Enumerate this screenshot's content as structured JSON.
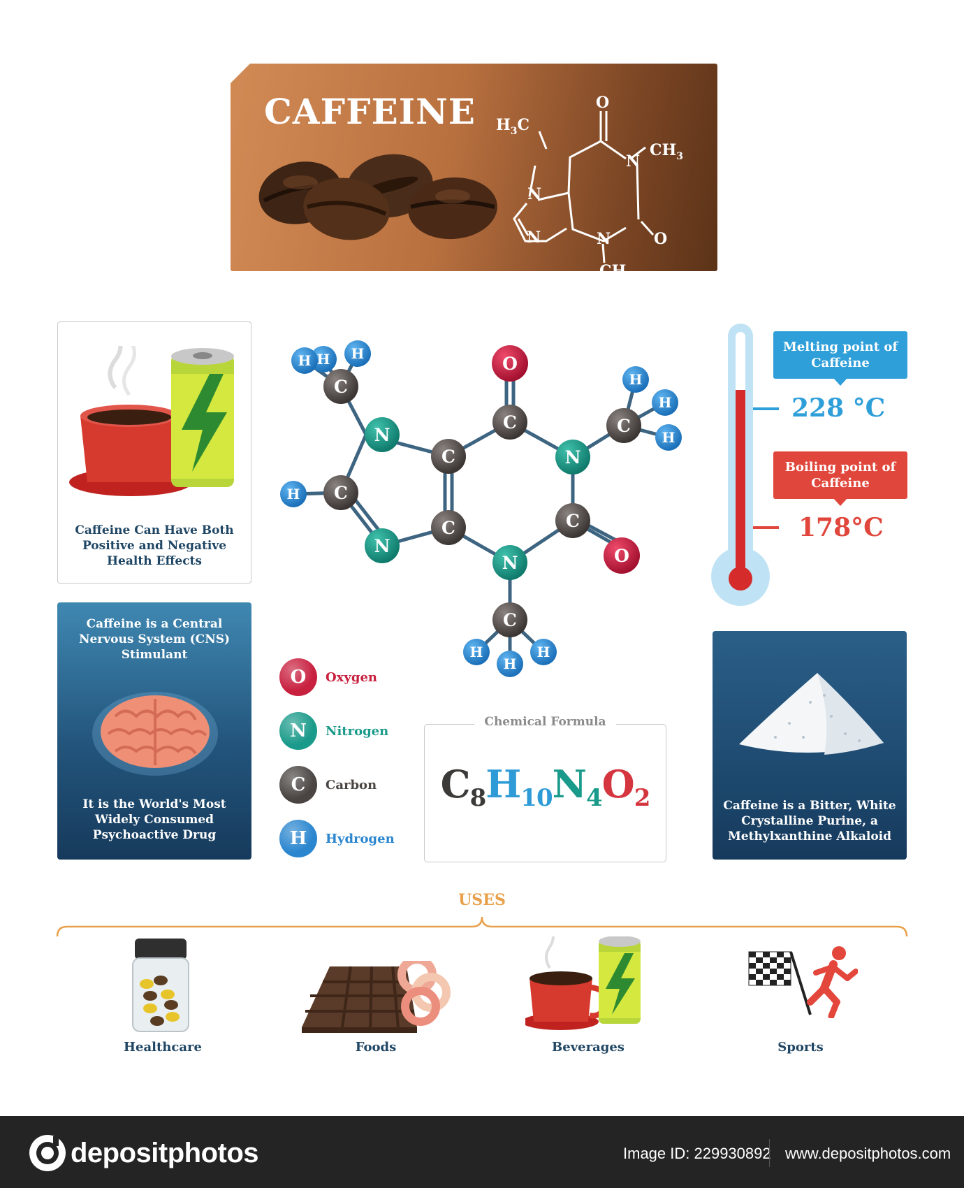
{
  "title": "CAFFEINE",
  "structural_formula": {
    "labels": {
      "h3c": "H",
      "h3c_sub": "3",
      "h3c_c": "C",
      "ch3": "CH",
      "ch3_sub": "3",
      "o": "O",
      "n": "N"
    }
  },
  "cards": {
    "health": {
      "line1": "Caffeine Can Have Both",
      "line2": "Positive and Negative",
      "line3": "Health Effects"
    },
    "cns": {
      "top1": "Caffeine is a Central",
      "top2": "Nervous System (CNS)",
      "top3": "Stimulant",
      "bottom1": "It is the World's Most",
      "bottom2": "Widely Consumed",
      "bottom3": "Psychoactive Drug"
    },
    "crystal": {
      "line1": "Caffeine is a Bitter, White",
      "line2": "Crystalline Purine, a",
      "line3": "Methylxanthine Alkaloid"
    }
  },
  "legend": [
    {
      "symbol": "O",
      "name": "Oxygen",
      "color": "#c8203f"
    },
    {
      "symbol": "N",
      "name": "Nitrogen",
      "color": "#1a9a8a"
    },
    {
      "symbol": "C",
      "name": "Carbon",
      "color": "#4a4542"
    },
    {
      "symbol": "H",
      "name": "Hydrogen",
      "color": "#2a86cf"
    }
  ],
  "formula": {
    "title": "Chemical Formula",
    "parts": [
      {
        "el": "C",
        "n": "8",
        "color": "#3c3a38"
      },
      {
        "el": "H",
        "n": "10",
        "color": "#2e9bd6"
      },
      {
        "el": "N",
        "n": "4",
        "color": "#1a9a8a"
      },
      {
        "el": "O",
        "n": "2",
        "color": "#d4353e"
      }
    ]
  },
  "temperature": {
    "melting_label_1": "Melting point of",
    "melting_label_2": "Caffeine",
    "melting_value": "228 °C",
    "boiling_label_1": "Boiling point of",
    "boiling_label_2": "Caffeine",
    "boiling_value": "178°C",
    "melt_color": "#2f9fd9",
    "boil_color": "#e0463b"
  },
  "uses": {
    "title": "USES",
    "items": [
      "Healthcare",
      "Foods",
      "Beverages",
      "Sports"
    ]
  },
  "footer": {
    "brand": "depositphotos",
    "image_id": "Image ID: 229930892",
    "url": "www.depositphotos.com"
  },
  "colors": {
    "oxygen": "#c8203f",
    "nitrogen": "#1a9a8a",
    "carbon": "#4a4542",
    "hydrogen": "#2a86cf",
    "navy_text": "#1f4664",
    "uses_accent": "#e8a04a"
  }
}
